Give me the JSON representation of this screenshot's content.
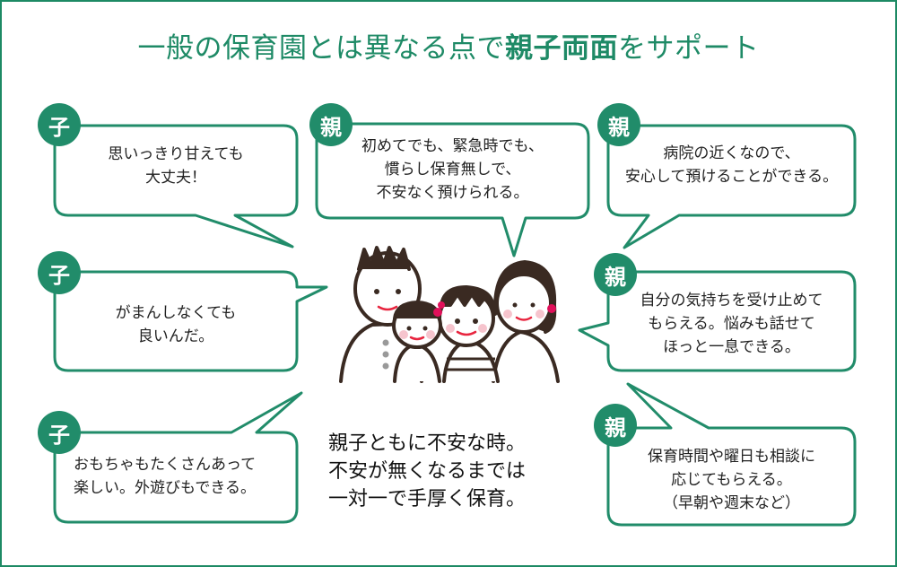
{
  "title": {
    "part1": "一般の保育園とは異なる点で",
    "emphasis": "親子両面",
    "part2": "をサポート"
  },
  "colors": {
    "accent": "#218c6a",
    "border": "#1d8a64",
    "text": "#222222"
  },
  "bubbles": [
    {
      "badge": "子",
      "lines": [
        "思いっきり甘えても",
        "大丈夫！"
      ]
    },
    {
      "badge": "子",
      "lines": [
        "がまんしなくても",
        "良いんだ。"
      ]
    },
    {
      "badge": "子",
      "lines": [
        "おもちゃもたくさんあって",
        "楽しい。外遊びもできる。"
      ]
    },
    {
      "badge": "親",
      "lines": [
        "初めてでも、緊急時でも、",
        "慣らし保育無しで、",
        "不安なく預けられる。"
      ]
    },
    {
      "badge": "親",
      "lines": [
        "病院の近くなので、",
        "安心して預けることができる。"
      ]
    },
    {
      "badge": "親",
      "lines": [
        "自分の気持ちを受け止めて",
        "もらえる。悩みも話せて",
        "ほっと一息できる。"
      ]
    },
    {
      "badge": "親",
      "lines": [
        "保育時間や曜日も相談に",
        "応じてもらえる。",
        "（早朝や週末など）"
      ]
    }
  ],
  "center": {
    "lines": [
      "親子ともに不安な時。",
      "不安が無くなるまでは",
      "一対一で手厚く保育。"
    ]
  },
  "illustration": {
    "icon": "family-illustration-icon"
  }
}
